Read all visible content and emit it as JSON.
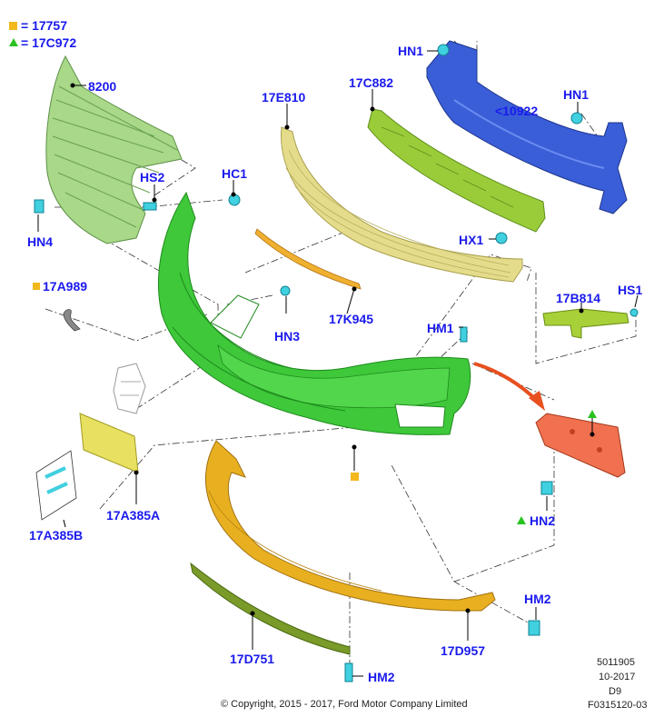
{
  "legend": {
    "square_text": "= 17757",
    "triangle_text": "= 17C972",
    "square_color": "#f2b81c",
    "triangle_color": "#29c21f"
  },
  "labels": {
    "l8200": "8200",
    "hn1_top": "HN1",
    "hn1_right": "HN1",
    "l17c882": "17C882",
    "l17e810": "17E810",
    "l10922": "<10922",
    "hs2": "HS2",
    "hc1": "HC1",
    "hn4": "HN4",
    "hx1": "HX1",
    "l17a989": "17A989",
    "hn3": "HN3",
    "l17k945": "17K945",
    "l17b814": "17B814",
    "hs1": "HS1",
    "hm1": "HM1",
    "hn2": "HN2",
    "l17a385a": "17A385A",
    "l17a385b": "17A385B",
    "hm2_right": "HM2",
    "l17d751": "17D751",
    "l17d957": "17D957",
    "hm2_bottom": "HM2"
  },
  "footer": {
    "copyright": "© Copyright, 2015 - 2017, Ford Motor Company Limited",
    "code1": "5011905",
    "code2": "10-2017",
    "code3": "D9",
    "code4": "F0315120-03"
  },
  "part_colors": {
    "grille": "#a8d888",
    "bumper_cover": "#3ec83a",
    "absorber": "#e4dc8a",
    "reinforcement_bracket": "#9acc3a",
    "bumper_beam": "#3a5ed8",
    "lower_valance": "#e8b020",
    "air_deflector": "#7a9a2a",
    "license_bracket": "#e8e060",
    "side_bracket": "#a8d038",
    "sensor_bracket": "#f07050",
    "fastener": "#40d0e0"
  }
}
